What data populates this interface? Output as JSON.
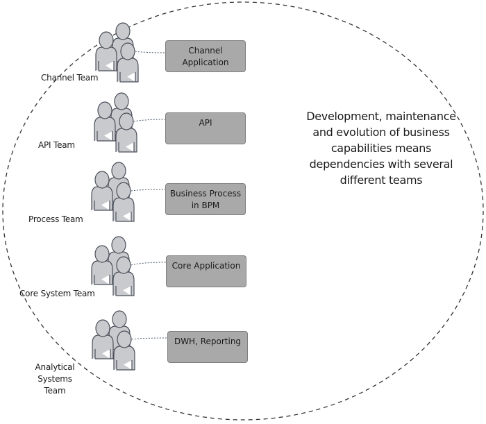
{
  "diagram": {
    "caption": "Development, maintenance and evolution of business capabilities means dependencies with several different teams",
    "colors": {
      "person_fill": "#c9cacd",
      "person_stroke": "#4a4f5a",
      "box_fill": "#a9a9a9",
      "boundary": "#333333",
      "connector": "#4a5a6a"
    },
    "teams": [
      {
        "label": "Channel Team",
        "icon": "team-people-icon",
        "system": "Channel\nApplication"
      },
      {
        "label": "API Team",
        "icon": "team-people-icon",
        "system": "API"
      },
      {
        "label": "Process Team",
        "icon": "team-people-icon",
        "system": "Business Process\nin BPM"
      },
      {
        "label": "Core System Team",
        "icon": "team-people-icon",
        "system": "Core Application"
      },
      {
        "label": "Analytical Systems\nTeam",
        "icon": "team-people-icon",
        "system": "DWH, Reporting"
      }
    ]
  }
}
